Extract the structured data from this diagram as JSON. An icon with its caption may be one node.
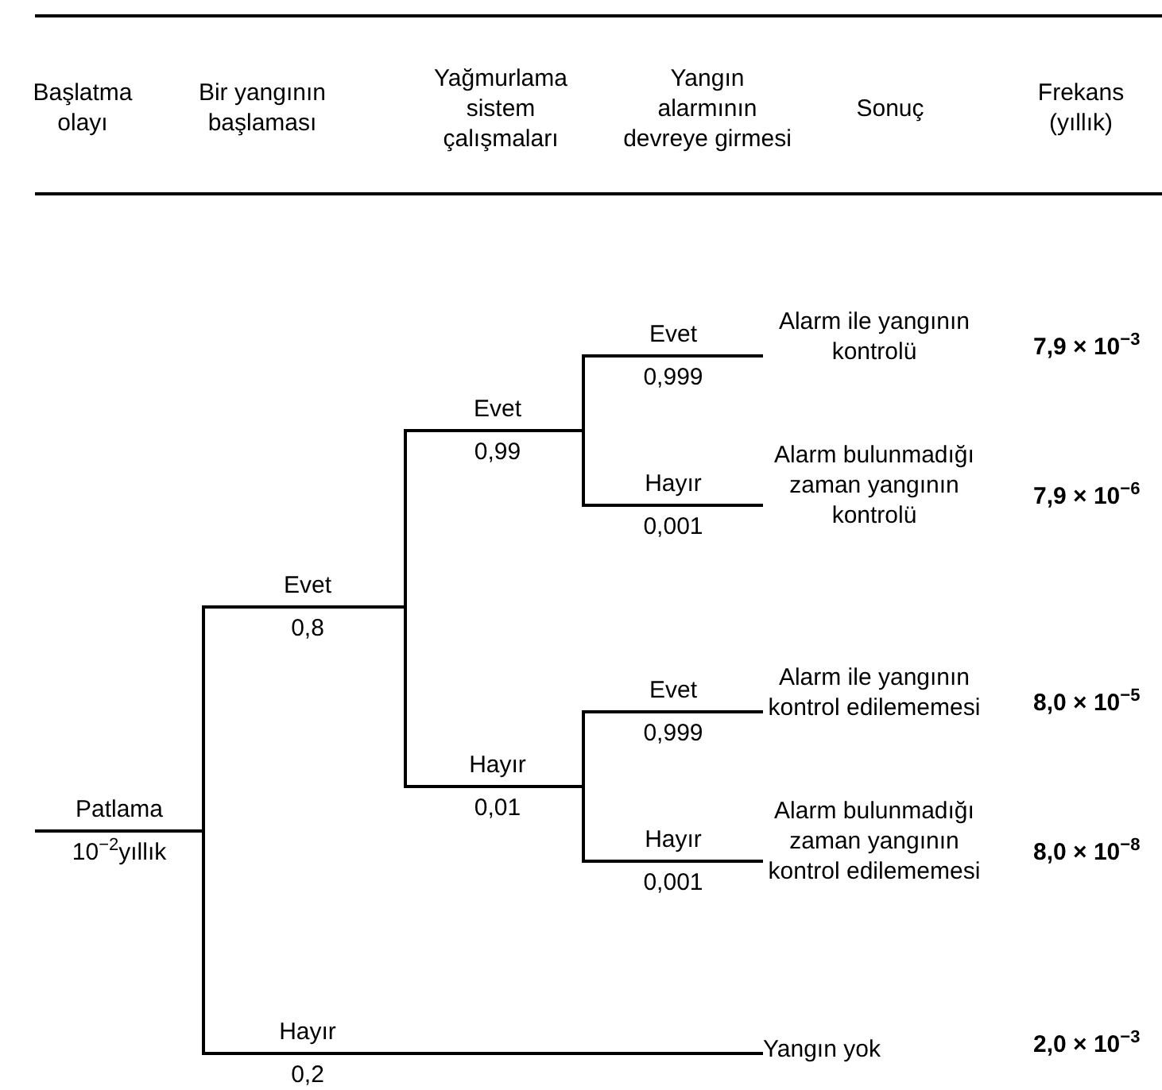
{
  "diagram": {
    "nodes": [
      {
        "text": [
          "Patlama",
          "10$^{−2}$yıllık"
        ]
      },
      {
        "text": [
          "Evet",
          "0,8"
        ]
      },
      {
        "text": [
          "Evet",
          "0,99"
        ]
      },
      {
        "text": [
          "Evet",
          "0,999"
        ]
      },
      {
        "text": [
          "Alarm ile yangının kontrolü"
        ]
      },
      {
        "text": [
          "Hayır",
          "0,001"
        ]
      },
      {
        "text": [
          "Alarm bulunmadığı zaman yangının kontrolü"
        ]
      },
      {
        "text": [
          "Hayır",
          "0,01"
        ]
      },
      {
        "text": [
          "Evet",
          "0,999"
        ]
      },
      {
        "text": [
          "Alarm ile yangının kontrol edilememesi"
        ]
      },
      {
        "text": [
          "Hayır",
          "0,001"
        ]
      },
      {
        "text": [
          "Alarm bulunmadığı zaman yangının kontrol edilememesi"
        ]
      },
      {
        "text": [
          "Hayır",
          "0,2"
        ]
      },
      {
        "text": [
          "Yangın yok"
        ]
      }
    ],
    "edges": [
      {
        "from": 0,
        "to": 1,
        "arrow": "none"
      },
      {
        "from": 0,
        "to": 12,
        "arrow": "none"
      },
      {
        "from": 1,
        "to": 2,
        "arrow": "none"
      },
      {
        "from": 1,
        "to": 7,
        "arrow": "none"
      },
      {
        "from": 2,
        "to": 3,
        "arrow": "none"
      },
      {
        "from": 2,
        "to": 5,
        "arrow": "none"
      },
      {
        "from": 3,
        "to": 4,
        "arrow": "none"
      },
      {
        "from": 5,
        "to": 6,
        "arrow": "none"
      },
      {
        "from": 7,
        "to": 8,
        "arrow": "none"
      },
      {
        "from": 7,
        "to": 10,
        "arrow": "none"
      },
      {
        "from": 8,
        "to": 9,
        "arrow": "none"
      },
      {
        "from": 10,
        "to": 11,
        "arrow": "none"
      },
      {
        "from": 12,
        "to": 13,
        "arrow": "none"
      }
    ],
    "labels": [
      "Başlatma olayı",
      "Bir yangının başlaması",
      "Yağmurlama sistem çalışmaları",
      "Yangın alarmının devreye girmesi",
      "Sonuç",
      "Frekans (yıllık)",
      "7,9 × 10$^{−3}$",
      "7,9 × 10$^{−6}$",
      "8,0 × 10$^{−5}$",
      "8,0 × 10$^{−8}$",
      "2,0 × 10$^{−3}$"
    ]
  }
}
